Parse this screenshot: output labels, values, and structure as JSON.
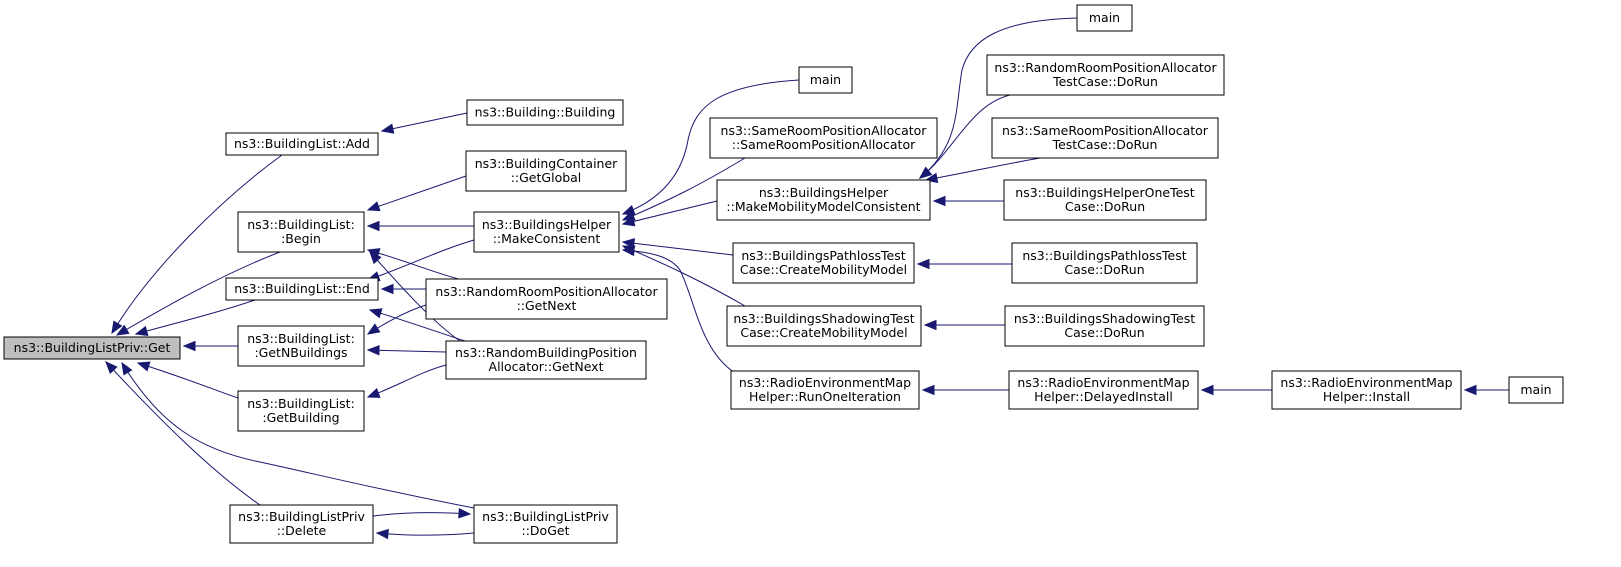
{
  "nodes": [
    {
      "id": "root",
      "lines": [
        "ns3::BuildingListPriv::Get"
      ]
    },
    {
      "id": "add",
      "lines": [
        "ns3::BuildingList::Add"
      ]
    },
    {
      "id": "begin",
      "lines": [
        "ns3::BuildingList:",
        ":Begin"
      ]
    },
    {
      "id": "end",
      "lines": [
        "ns3::BuildingList::End"
      ]
    },
    {
      "id": "getn",
      "lines": [
        "ns3::BuildingList:",
        ":GetNBuildings"
      ]
    },
    {
      "id": "getb",
      "lines": [
        "ns3::BuildingList:",
        ":GetBuilding"
      ]
    },
    {
      "id": "delete",
      "lines": [
        "ns3::BuildingListPriv",
        "::Delete"
      ]
    },
    {
      "id": "doget",
      "lines": [
        "ns3::BuildingListPriv",
        "::DoGet"
      ]
    },
    {
      "id": "building",
      "lines": [
        "ns3::Building::Building"
      ]
    },
    {
      "id": "container",
      "lines": [
        "ns3::BuildingContainer",
        "::GetGlobal"
      ]
    },
    {
      "id": "makecons",
      "lines": [
        "ns3::BuildingsHelper",
        "::MakeConsistent"
      ]
    },
    {
      "id": "rrgetnext",
      "lines": [
        "ns3::RandomRoomPositionAllocator",
        "::GetNext"
      ]
    },
    {
      "id": "rbgetnext",
      "lines": [
        "ns3::RandomBuildingPosition",
        "Allocator::GetNext"
      ]
    },
    {
      "id": "main1",
      "lines": [
        "main"
      ]
    },
    {
      "id": "samector",
      "lines": [
        "ns3::SameRoomPositionAllocator",
        "::SameRoomPositionAllocator"
      ]
    },
    {
      "id": "mmmc",
      "lines": [
        "ns3::BuildingsHelper",
        "::MakeMobilityModelConsistent"
      ]
    },
    {
      "id": "plcreate",
      "lines": [
        "ns3::BuildingsPathlossTest",
        "Case::CreateMobilityModel"
      ]
    },
    {
      "id": "shcreate",
      "lines": [
        "ns3::BuildingsShadowingTest",
        "Case::CreateMobilityModel"
      ]
    },
    {
      "id": "remrun",
      "lines": [
        "ns3::RadioEnvironmentMap",
        "Helper::RunOneIteration"
      ]
    },
    {
      "id": "main2",
      "lines": [
        "main"
      ]
    },
    {
      "id": "rrtest",
      "lines": [
        "ns3::RandomRoomPositionAllocator",
        "TestCase::DoRun"
      ]
    },
    {
      "id": "srtest",
      "lines": [
        "ns3::SameRoomPositionAllocator",
        "TestCase::DoRun"
      ]
    },
    {
      "id": "bhtest",
      "lines": [
        "ns3::BuildingsHelperOneTest",
        "Case::DoRun"
      ]
    },
    {
      "id": "pltest",
      "lines": [
        "ns3::BuildingsPathlossTest",
        "Case::DoRun"
      ]
    },
    {
      "id": "shtest",
      "lines": [
        "ns3::BuildingsShadowingTest",
        "Case::DoRun"
      ]
    },
    {
      "id": "remdelayed",
      "lines": [
        "ns3::RadioEnvironmentMap",
        "Helper::DelayedInstall"
      ]
    },
    {
      "id": "reminstall",
      "lines": [
        "ns3::RadioEnvironmentMap",
        "Helper::Install"
      ]
    },
    {
      "id": "main3",
      "lines": [
        "main"
      ]
    }
  ],
  "edges": [
    {
      "from": "add",
      "to": "root"
    },
    {
      "from": "begin",
      "to": "root"
    },
    {
      "from": "end",
      "to": "root"
    },
    {
      "from": "getn",
      "to": "root"
    },
    {
      "from": "getb",
      "to": "root"
    },
    {
      "from": "delete",
      "to": "root"
    },
    {
      "from": "doget",
      "to": "root"
    },
    {
      "from": "building",
      "to": "add"
    },
    {
      "from": "container",
      "to": "begin"
    },
    {
      "from": "makecons",
      "to": "begin"
    },
    {
      "from": "rrgetnext",
      "to": "begin"
    },
    {
      "from": "rbgetnext",
      "to": "begin"
    },
    {
      "from": "makecons",
      "to": "end"
    },
    {
      "from": "rrgetnext",
      "to": "end"
    },
    {
      "from": "rbgetnext",
      "to": "end"
    },
    {
      "from": "rrgetnext",
      "to": "getn"
    },
    {
      "from": "rbgetnext",
      "to": "getn"
    },
    {
      "from": "rbgetnext",
      "to": "getb"
    },
    {
      "from": "doget",
      "to": "delete"
    },
    {
      "from": "delete",
      "to": "doget"
    },
    {
      "from": "main1",
      "to": "makecons"
    },
    {
      "from": "samector",
      "to": "makecons"
    },
    {
      "from": "mmmc",
      "to": "makecons"
    },
    {
      "from": "plcreate",
      "to": "makecons"
    },
    {
      "from": "shcreate",
      "to": "makecons"
    },
    {
      "from": "remrun",
      "to": "makecons"
    },
    {
      "from": "main2",
      "to": "mmmc"
    },
    {
      "from": "rrtest",
      "to": "mmmc"
    },
    {
      "from": "srtest",
      "to": "mmmc"
    },
    {
      "from": "bhtest",
      "to": "mmmc"
    },
    {
      "from": "pltest",
      "to": "plcreate"
    },
    {
      "from": "shtest",
      "to": "shcreate"
    },
    {
      "from": "remdelayed",
      "to": "remrun"
    },
    {
      "from": "reminstall",
      "to": "remdelayed"
    },
    {
      "from": "main3",
      "to": "reminstall"
    }
  ]
}
